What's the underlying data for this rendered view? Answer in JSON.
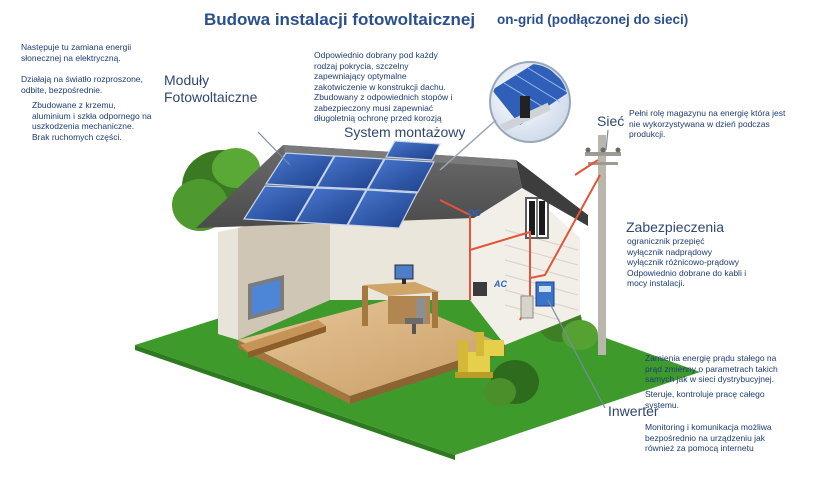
{
  "header": {
    "title": "Budowa instalacji fotowoltaicznej",
    "subtitle": "on-grid (podłączonej do sieci)"
  },
  "modules": {
    "label": "Moduły\nFotowoltaiczne",
    "desc1": "Następuje tu zamiana energii\nsłonecznej na elektryczną.",
    "desc2": "Działają na światło rozproszone,\nodbite, bezpośrednie.",
    "desc3": "Zbudowane z krzemu,\naluminium i szkła odpornego na\nuszkodzenia mechaniczne.\nBrak ruchomych części."
  },
  "mounting": {
    "label": "System montażowy",
    "desc": "Odpowiednio dobrany pod każdy\nrodzaj pokrycia, szczelny\nzapewniający optymalne\nzakotwiczenie w konstrukcji dachu.\nZbudowany z odpowiednich stopów i\nzabezpieczony musi zapewniać\ndługoletnią ochronę przed korozją"
  },
  "grid": {
    "label": "Sieć",
    "desc": "Pełni rolę magazynu na energię która jest\nnie wykorzystywana w dzień podczas\nprodukcji."
  },
  "protection": {
    "label": "Zabezpieczenia",
    "desc": "ogranicznik przepięć\nwyłącznik nadprądowy\nwyłącznik różnicowo-prądowy\nOdpowiednio dobrane do kabli i\nmocy instalacji."
  },
  "inverter": {
    "label": "Inwerter",
    "desc1": "Zamienia energię prądu stałego na\nprąd zmienny o parametrach takich\nsamych jak w sieci dystrybucyjnej.",
    "desc2": "Steruje, kontroluje pracę całego\nsystemu.",
    "desc3": "Monitoring i komunikacja możliwa\nbezpośrednio na urządzeniu jak\nrównież za pomocą internetu"
  },
  "wires": {
    "dc": "DC",
    "ac": "AC"
  },
  "colors": {
    "text": "#1f3c73",
    "title": "#2a4f8f",
    "grass": "#3f9a2c",
    "wire": "#e2553a",
    "panel": "#2d55a8",
    "roof": "#5f5f5f"
  },
  "icons": [
    "solar-panel-icon",
    "house-icon",
    "utility-pole-icon",
    "inverter-icon",
    "tv-icon",
    "computer-icon",
    "armchair-icon",
    "mounting-bracket-icon"
  ]
}
